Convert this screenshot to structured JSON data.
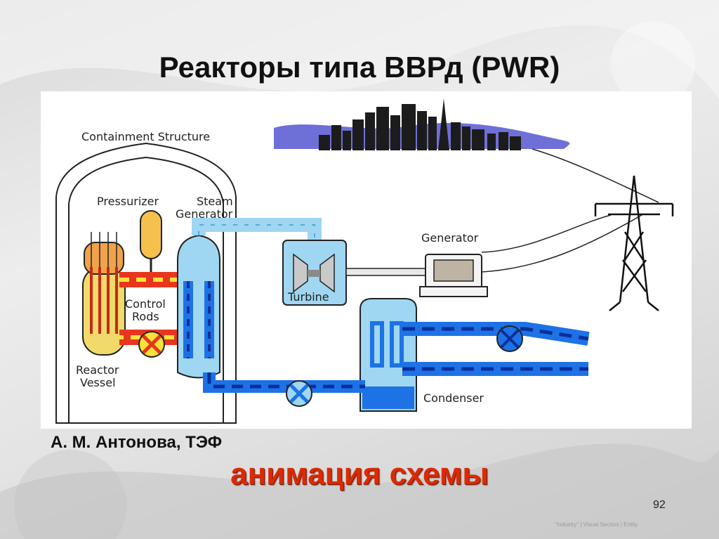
{
  "slide": {
    "title": "Реакторы типа ВВРд (PWR)",
    "author": "А. М. Антонова, ТЭФ",
    "animation_link": "анимация схемы",
    "page_number": "92",
    "footer_caption": "\"Industry\" | Visual Sectors | Entity"
  },
  "diagram": {
    "labels": {
      "containment": "Containment Structure",
      "pressurizer": "Pressurizer",
      "steam_generator_line1": "Steam",
      "steam_generator_line2": "Generator",
      "generator": "Generator",
      "turbine": "Turbine",
      "control_rods_line1": "Control",
      "control_rods_line2": "Rods",
      "reactor_vessel_line1": "Reactor",
      "reactor_vessel_line2": "Vessel",
      "condenser": "Condenser"
    },
    "colors": {
      "hot_loop": "#e8361e",
      "hot_loop_fill": "#f7e13a",
      "steam": "#9fd6f2",
      "cold_water": "#1d72e6",
      "dashes": "#0a2f9a",
      "reactor_body": "#f1d96a",
      "pressurizer": "#f5c14c",
      "city": "#1c1c1c",
      "sky": "#6f6fd8"
    }
  }
}
